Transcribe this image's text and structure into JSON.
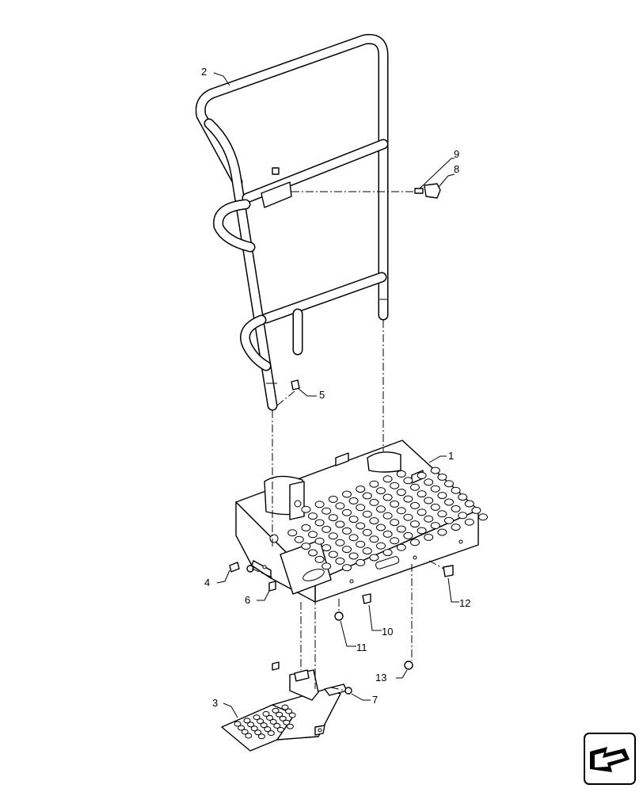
{
  "callouts": [
    {
      "id": "1",
      "text": "1"
    },
    {
      "id": "2",
      "text": "2"
    },
    {
      "id": "3",
      "text": "3"
    },
    {
      "id": "4",
      "text": "4"
    },
    {
      "id": "5",
      "text": "5"
    },
    {
      "id": "6",
      "text": "6"
    },
    {
      "id": "7",
      "text": "7"
    },
    {
      "id": "8",
      "text": "8"
    },
    {
      "id": "9",
      "text": "9"
    },
    {
      "id": "10",
      "text": "10"
    },
    {
      "id": "11",
      "text": "11"
    },
    {
      "id": "12",
      "text": "12"
    },
    {
      "id": "13",
      "text": "13"
    }
  ],
  "colors": {
    "line": "#000000",
    "background": "#ffffff"
  },
  "icons": {
    "nav": "next-page-arrow-icon"
  }
}
